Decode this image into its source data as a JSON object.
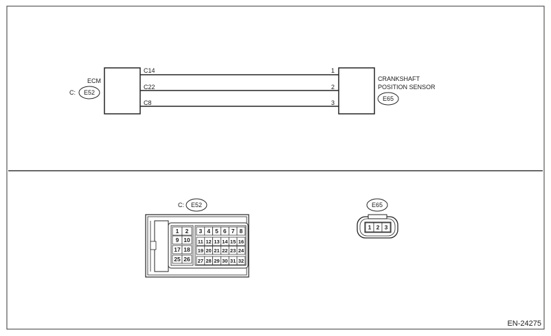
{
  "top": {
    "ecm": {
      "name": "ECM",
      "prefix": "C:",
      "code": "E52",
      "pins": [
        "C14",
        "C22",
        "C8"
      ]
    },
    "sensor": {
      "name_line1": "CRANKSHAFT",
      "name_line2": "POSITION SENSOR",
      "code": "E65",
      "pins": [
        "1",
        "2",
        "3"
      ]
    }
  },
  "bottom": {
    "ecm_connector": {
      "prefix": "C:",
      "code": "E52",
      "left_rows": [
        [
          "1",
          "2"
        ],
        [
          "9",
          "10"
        ],
        [
          "17",
          "18"
        ],
        [
          "25",
          "26"
        ]
      ],
      "right_rows": [
        [
          "3",
          "4",
          "5",
          "6",
          "7",
          "8"
        ],
        [
          "11",
          "12",
          "13",
          "14",
          "15",
          "16"
        ],
        [
          "19",
          "20",
          "21",
          "22",
          "23",
          "24"
        ],
        [
          "27",
          "28",
          "29",
          "30",
          "31",
          "32"
        ]
      ]
    },
    "sensor_connector": {
      "code": "E65",
      "pins": [
        "1",
        "2",
        "3"
      ]
    }
  },
  "footer": {
    "figure_id": "EN-24275"
  }
}
